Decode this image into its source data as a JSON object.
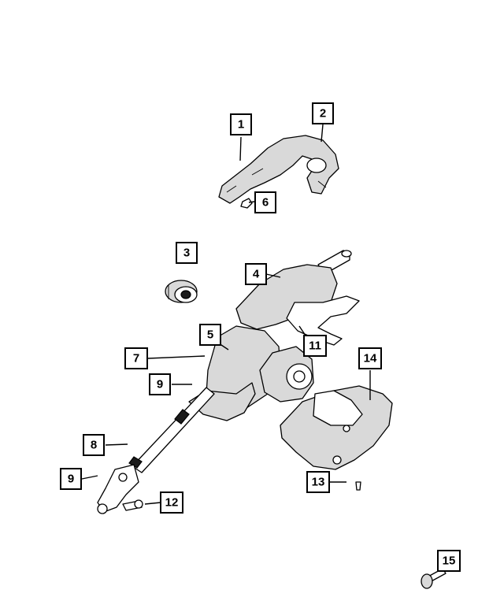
{
  "diagram": {
    "callouts": [
      {
        "id": "1",
        "label": "1"
      },
      {
        "id": "2",
        "label": "2"
      },
      {
        "id": "3",
        "label": "3"
      },
      {
        "id": "4",
        "label": "4"
      },
      {
        "id": "5",
        "label": "5"
      },
      {
        "id": "6",
        "label": "6"
      },
      {
        "id": "7",
        "label": "7"
      },
      {
        "id": "8",
        "label": "8"
      },
      {
        "id": "9a",
        "label": "9"
      },
      {
        "id": "9b",
        "label": "9"
      },
      {
        "id": "11",
        "label": "11"
      },
      {
        "id": "12",
        "label": "12"
      },
      {
        "id": "13",
        "label": "13"
      },
      {
        "id": "14",
        "label": "14"
      },
      {
        "id": "15",
        "label": "15"
      }
    ]
  }
}
